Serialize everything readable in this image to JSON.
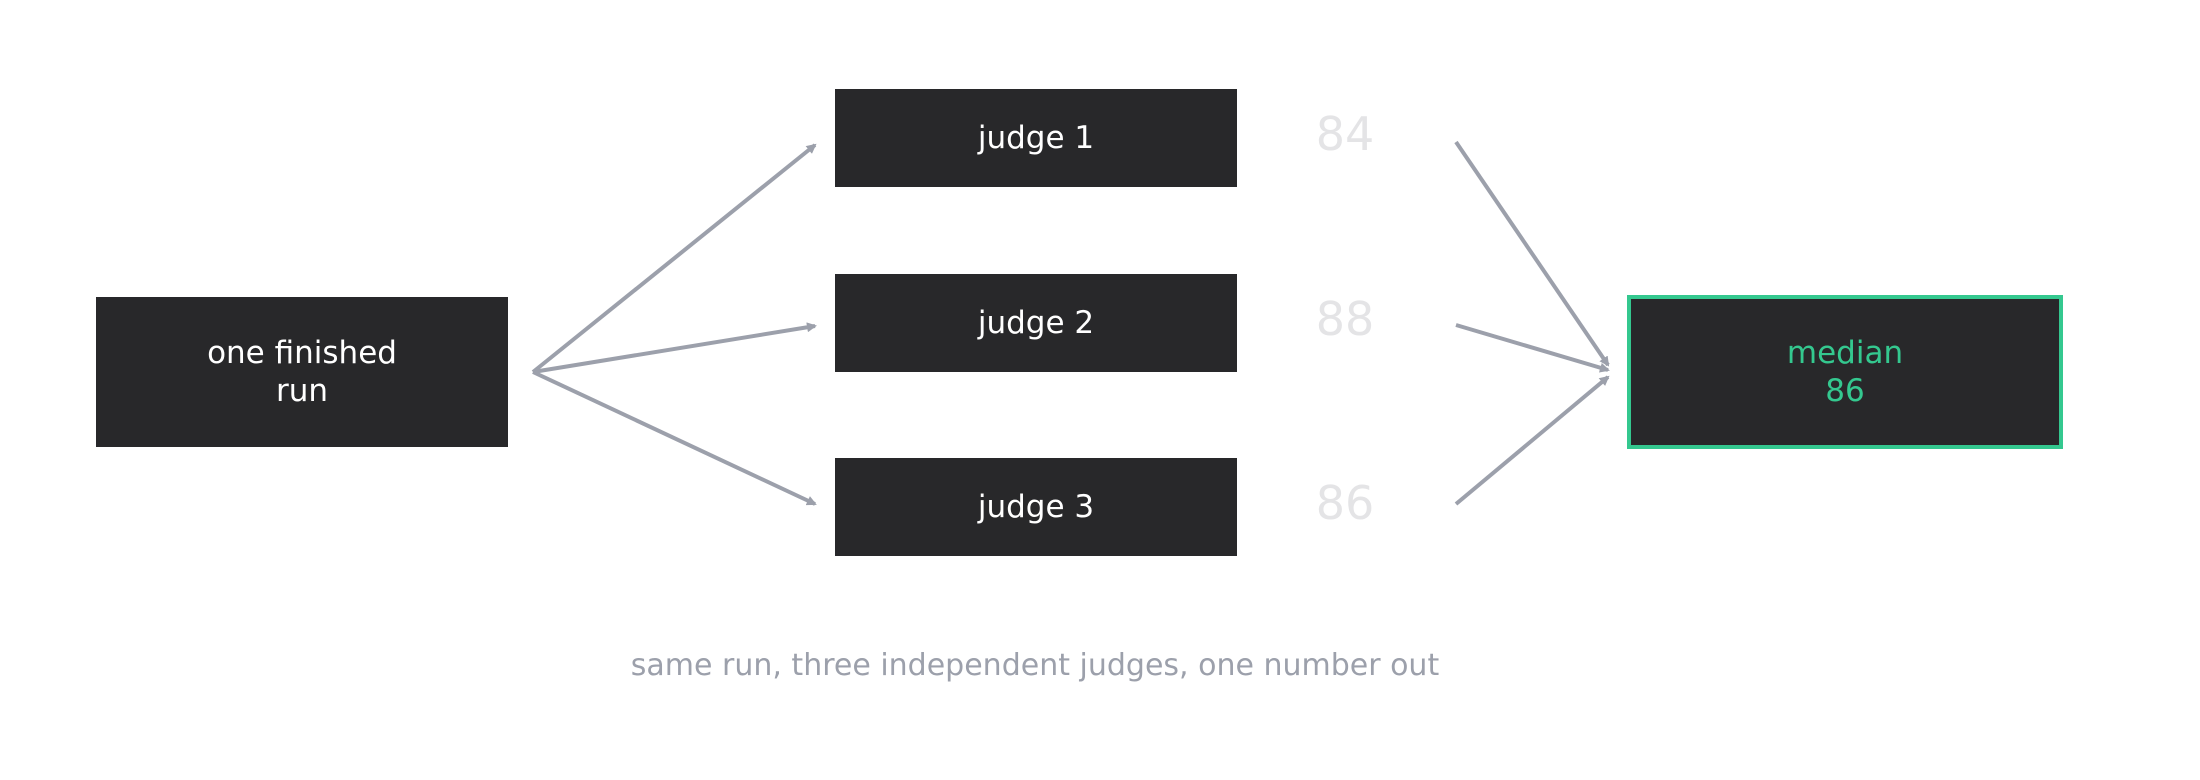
{
  "nodes": {
    "source": "one finished\nrun",
    "judges": [
      "judge 1",
      "judge 2",
      "judge 3"
    ],
    "median": {
      "label": "median",
      "value": "86"
    }
  },
  "scores": [
    "84",
    "88",
    "86"
  ],
  "caption": "same run, three independent judges, one number out",
  "colors": {
    "node_fill": "#28282a",
    "accent": "#34c88f",
    "arrow": "#9ca0ab",
    "score_text": "#e4e4e6",
    "caption_text": "#9ca0ab"
  }
}
